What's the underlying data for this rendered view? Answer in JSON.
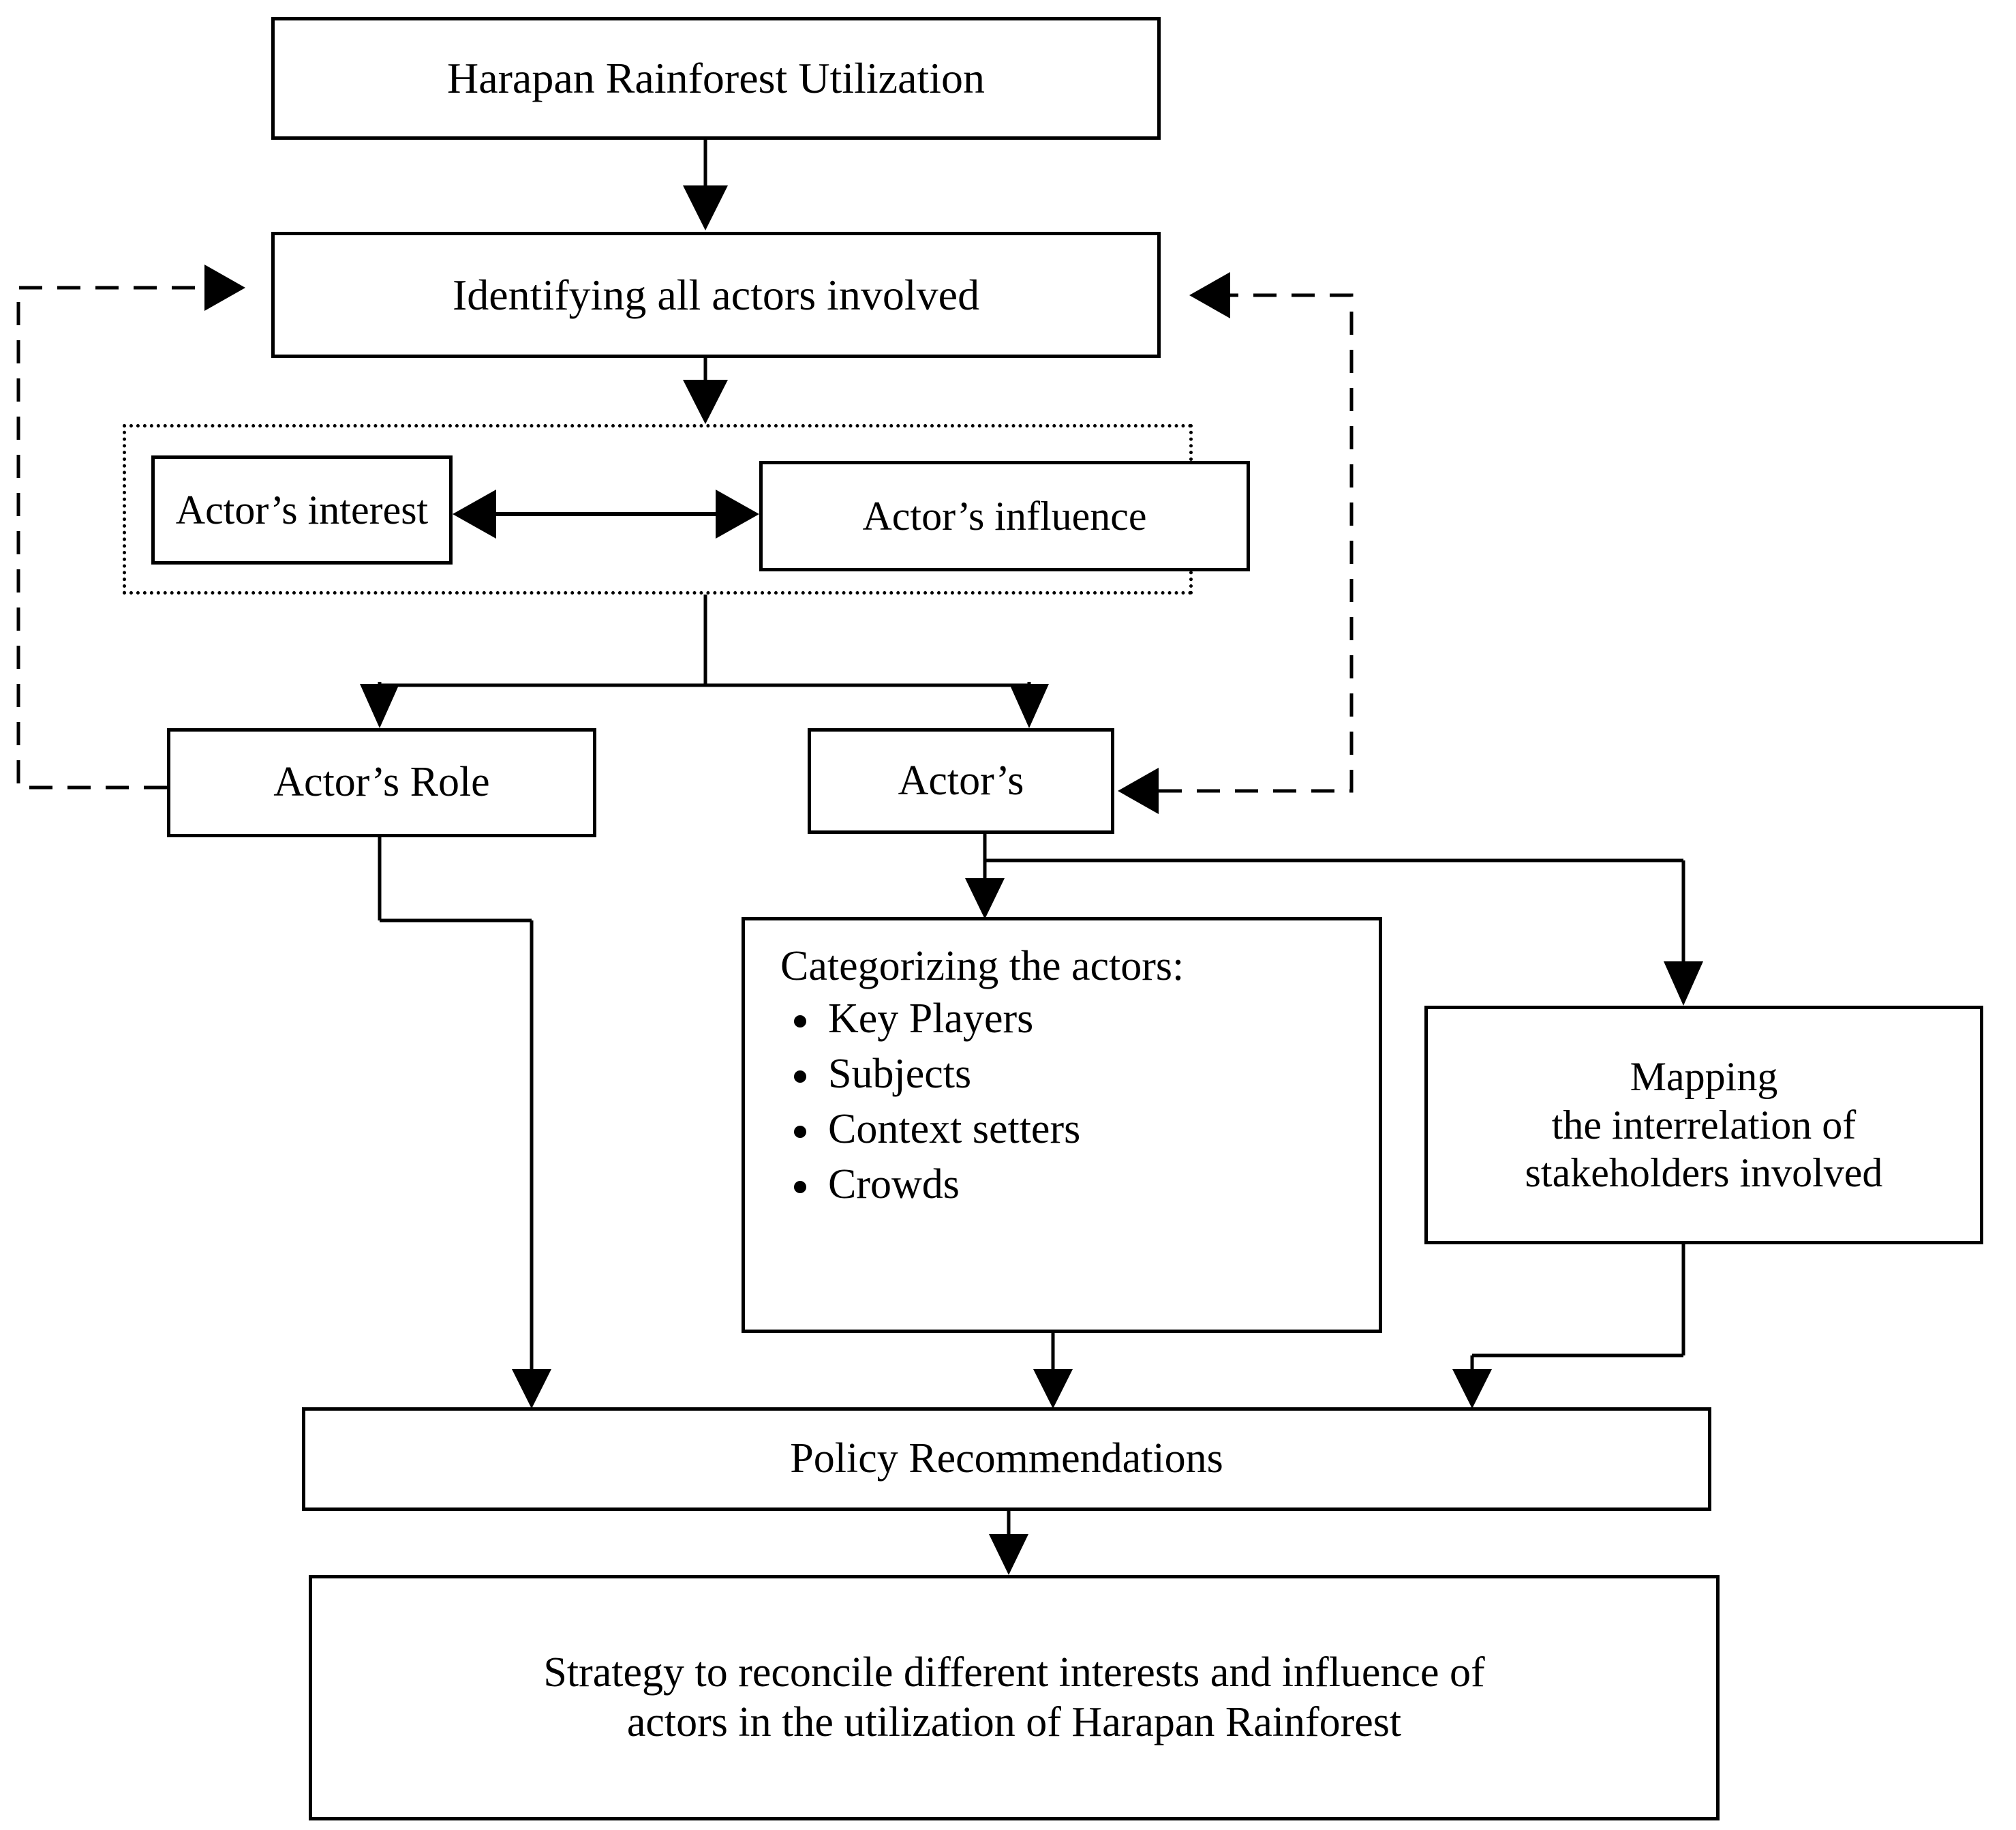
{
  "diagram": {
    "title_node": "Harapan Rainforest Utilization",
    "identify_node": "Identifying all actors involved",
    "interest_node": "Actor’s interest",
    "influence_node": "Actor’s influence",
    "role_node": "Actor’s Role",
    "actors_node": "Actor’s",
    "categorize": {
      "heading": "Categorizing the actors:",
      "items": [
        "Key Players",
        "Subjects",
        "Context setters",
        "Crowds"
      ]
    },
    "mapping_node_line1": "Mapping",
    "mapping_node_line2": "the interrelation of",
    "mapping_node_line3": "stakeholders involved",
    "policy_node": "Policy Recommendations",
    "strategy_node_line1": "Strategy to reconcile different interests and influence of",
    "strategy_node_line2": "actors in the utilization of Harapan Rainforest",
    "colors": {
      "stroke": "#000000",
      "fill": "#ffffff"
    }
  }
}
